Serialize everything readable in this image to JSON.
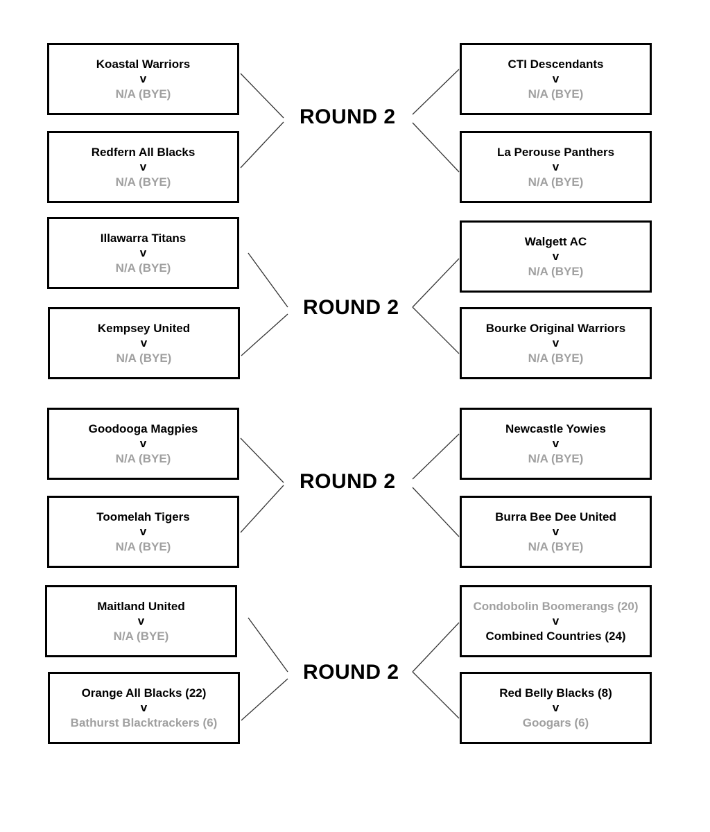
{
  "rounds": [
    {
      "label": "ROUND 2"
    },
    {
      "label": "ROUND 2"
    },
    {
      "label": "ROUND 2"
    },
    {
      "label": "ROUND 2"
    }
  ],
  "matches": [
    {
      "team1": "Koastal Warriors",
      "vs": "v",
      "team2": "N/A (BYE)",
      "winner": 1
    },
    {
      "team1": "Redfern All Blacks",
      "vs": "v",
      "team2": "N/A (BYE)",
      "winner": 1
    },
    {
      "team1": "CTI Descendants",
      "vs": "v",
      "team2": "N/A (BYE)",
      "winner": 1
    },
    {
      "team1": "La Perouse Panthers",
      "vs": "v",
      "team2": "N/A (BYE)",
      "winner": 1
    },
    {
      "team1": "Illawarra Titans",
      "vs": "v",
      "team2": "N/A (BYE)",
      "winner": 1
    },
    {
      "team1": "Kempsey United",
      "vs": "v",
      "team2": "N/A (BYE)",
      "winner": 1
    },
    {
      "team1": "Walgett AC",
      "vs": "v",
      "team2": "N/A (BYE)",
      "winner": 1
    },
    {
      "team1": "Bourke Original Warriors",
      "vs": "v",
      "team2": "N/A (BYE)",
      "winner": 1
    },
    {
      "team1": "Goodooga Magpies",
      "vs": "v",
      "team2": "N/A (BYE)",
      "winner": 1
    },
    {
      "team1": "Toomelah Tigers",
      "vs": "v",
      "team2": "N/A (BYE)",
      "winner": 1
    },
    {
      "team1": "Newcastle Yowies",
      "vs": "v",
      "team2": "N/A (BYE)",
      "winner": 1
    },
    {
      "team1": "Burra Bee Dee United",
      "vs": "v",
      "team2": "N/A (BYE)",
      "winner": 1
    },
    {
      "team1": "Maitland United",
      "vs": "v",
      "team2": "N/A (BYE)",
      "winner": 1
    },
    {
      "team1": "Orange All Blacks (22)",
      "vs": "v",
      "team2": "Bathurst Blacktrackers (6)",
      "winner": 1
    },
    {
      "team1": "Condobolin Boomerangs (20)",
      "vs": "v",
      "team2": "Combined Countries (24)",
      "winner": 2
    },
    {
      "team1": "Red Belly Blacks (8)",
      "vs": "v",
      "team2": "Googars (6)",
      "winner": 1
    }
  ],
  "colors": {
    "winner": "#000000",
    "loser": "#a0a0a0",
    "border": "#000000"
  }
}
